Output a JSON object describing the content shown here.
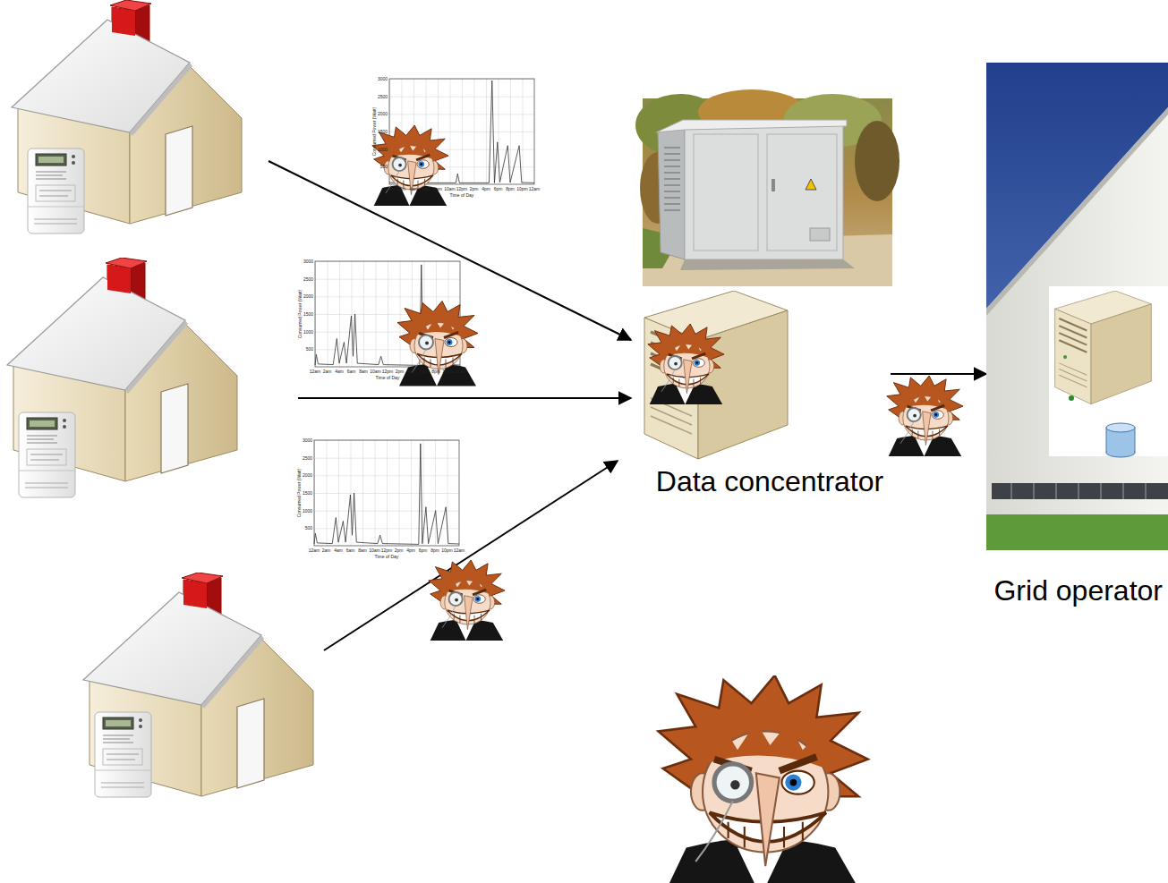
{
  "diagram": {
    "nodes": [
      {
        "text": [
          "Data concentrator"
        ]
      },
      {
        "text": [
          "Grid operator"
        ]
      }
    ],
    "edges": [
      {
        "from": 0,
        "to": 1,
        "arrow": "to"
      }
    ],
    "labels": [
      "3000",
      "2500",
      "2000",
      "1500",
      "1000",
      "500",
      "Consumed Power (Watt)",
      "12am",
      "2am",
      "4am",
      "6am",
      "8am",
      "10am",
      "12pm",
      "2pm",
      "4pm",
      "6pm",
      "8pm",
      "10pm",
      "12am",
      "Time of Day",
      "3000",
      "2500",
      "2000",
      "1500",
      "1000",
      "500",
      "Consumed Power (Watt)",
      "12am",
      "2am",
      "4am",
      "6am",
      "8am",
      "10am",
      "12pm",
      "2pm",
      "4pm",
      "6pm",
      "8pm",
      "10pm",
      "12am",
      "Time of Day",
      "3000",
      "2500",
      "2000",
      "1500",
      "1000",
      "500",
      "Consumed Power (Watt)",
      "12am",
      "2am",
      "4am",
      "6am",
      "8am",
      "10am",
      "12pm",
      "2pm",
      "4pm",
      "6pm",
      "8pm",
      "10pm",
      "12am",
      "Time of Day"
    ]
  }
}
